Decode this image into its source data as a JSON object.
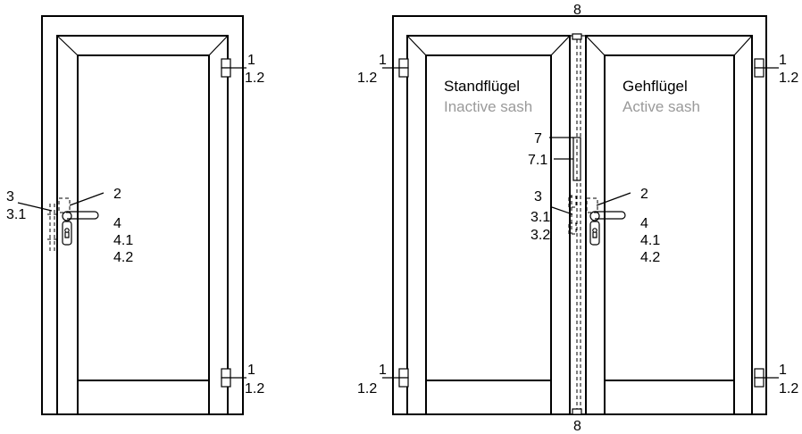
{
  "left_door": {
    "labels": {
      "hinge_top_1": "1",
      "hinge_top_12": "1.2",
      "hinge_bot_1": "1",
      "hinge_bot_12": "1.2",
      "l3": "3",
      "l31": "3.1",
      "l2": "2",
      "l4": "4",
      "l41": "4.1",
      "l42": "4.2"
    }
  },
  "right_door": {
    "inactive_title": "Standflügel",
    "inactive_subtitle": "Inactive sash",
    "active_title": "Gehflügel",
    "active_subtitle": "Active sash",
    "labels": {
      "top8": "8",
      "bot8": "8",
      "lh_top_1": "1",
      "lh_top_12": "1.2",
      "lh_bot_1": "1",
      "lh_bot_12": "1.2",
      "rh_top_1": "1",
      "rh_top_12": "1.2",
      "rh_bot_1": "1",
      "rh_bot_12": "1.2",
      "l7": "7",
      "l71": "7.1",
      "l3": "3",
      "l31": "3.1",
      "l32": "3.2",
      "l2": "2",
      "l4": "4",
      "l41": "4.1",
      "l42": "4.2"
    }
  }
}
